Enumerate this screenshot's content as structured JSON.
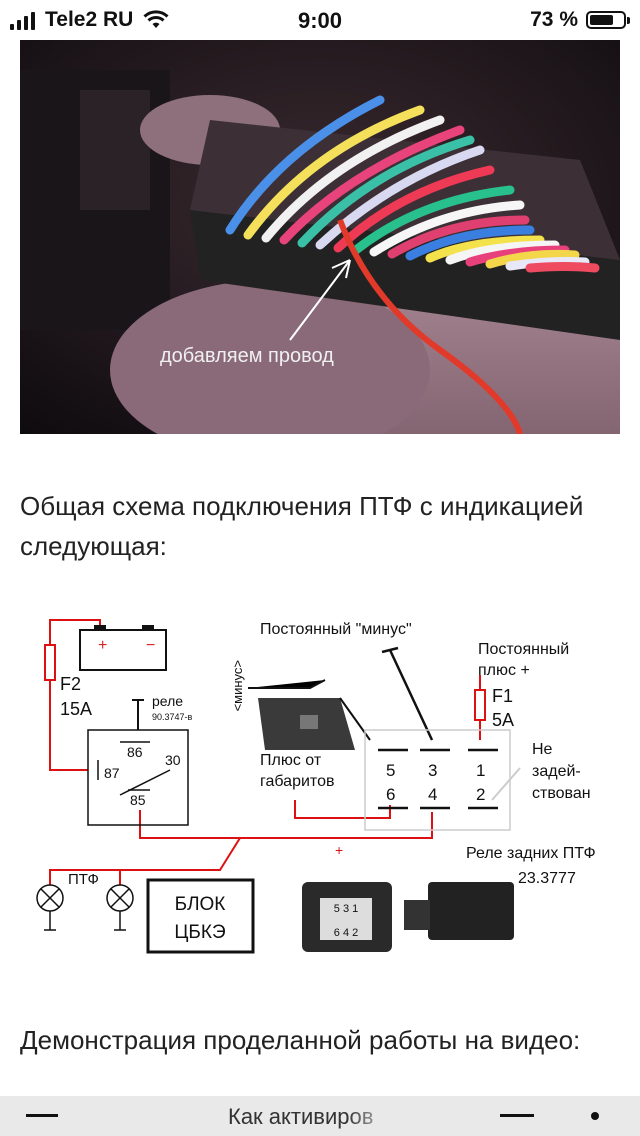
{
  "status_bar": {
    "carrier": "Tele2 RU",
    "time": "9:00",
    "battery_percent": "73 %",
    "battery_level": 0.73,
    "signal_icon": "signal-bars-icon",
    "wifi_icon": "wifi-icon"
  },
  "photo": {
    "caption": "добавляем провод"
  },
  "paragraph1": "Общая схема подключения ПТФ с индикацией следующая:",
  "diagram": {
    "label_const_minus": "Постоянный \"минус\"",
    "label_const_plus_l1": "Постоянный",
    "label_const_plus_l2": "плюс +",
    "label_minus_vertical": "<минус>",
    "label_f2": "F2",
    "label_f2_rating": "15A",
    "label_rele": "реле",
    "label_rele_model": "90.3747-в",
    "label_86": "86",
    "label_30": "30",
    "label_87": "87",
    "label_85": "85",
    "label_plus_gabarit_l1": "Плюс от",
    "label_plus_gabarit_l2": "габаритов",
    "label_f1": "F1",
    "label_f1_rating": "5A",
    "pin_5": "5",
    "pin_3": "3",
    "pin_1": "1",
    "pin_6": "6",
    "pin_4": "4",
    "pin_2": "2",
    "label_not_used_l1": "Не",
    "label_not_used_l2": "задей-",
    "label_not_used_l3": "ствован",
    "label_ptf": "ПТФ",
    "label_block_l1": "БЛОК",
    "label_block_l2": "ЦБКЭ",
    "label_rear_relay_l1": "Реле задних ПТФ",
    "label_rear_relay_l2": "23.3777",
    "connector_top": "5 3 1",
    "connector_bottom": "6 4 2",
    "plus_sign": "+",
    "minus_sign": "−",
    "wire_plus": "+",
    "switch_label": "30"
  },
  "paragraph2": "Демонстрация проделанной работы на видео:",
  "bottom_bar": {
    "title": "Как активиров"
  }
}
